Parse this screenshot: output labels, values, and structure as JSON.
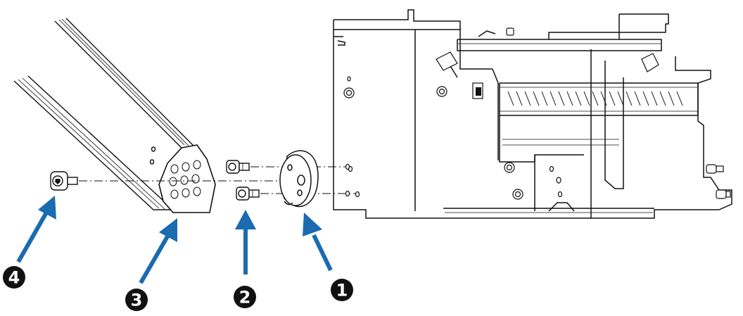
{
  "colors": {
    "line": "#111111",
    "arrow": "#1a6bb0",
    "callout_bg": "#111111",
    "callout_text": "#ffffff",
    "background": "#ffffff"
  },
  "callouts": [
    {
      "id": "1",
      "label": "1"
    },
    {
      "id": "2",
      "label": "2"
    },
    {
      "id": "3",
      "label": "3"
    },
    {
      "id": "4",
      "label": "4"
    }
  ]
}
